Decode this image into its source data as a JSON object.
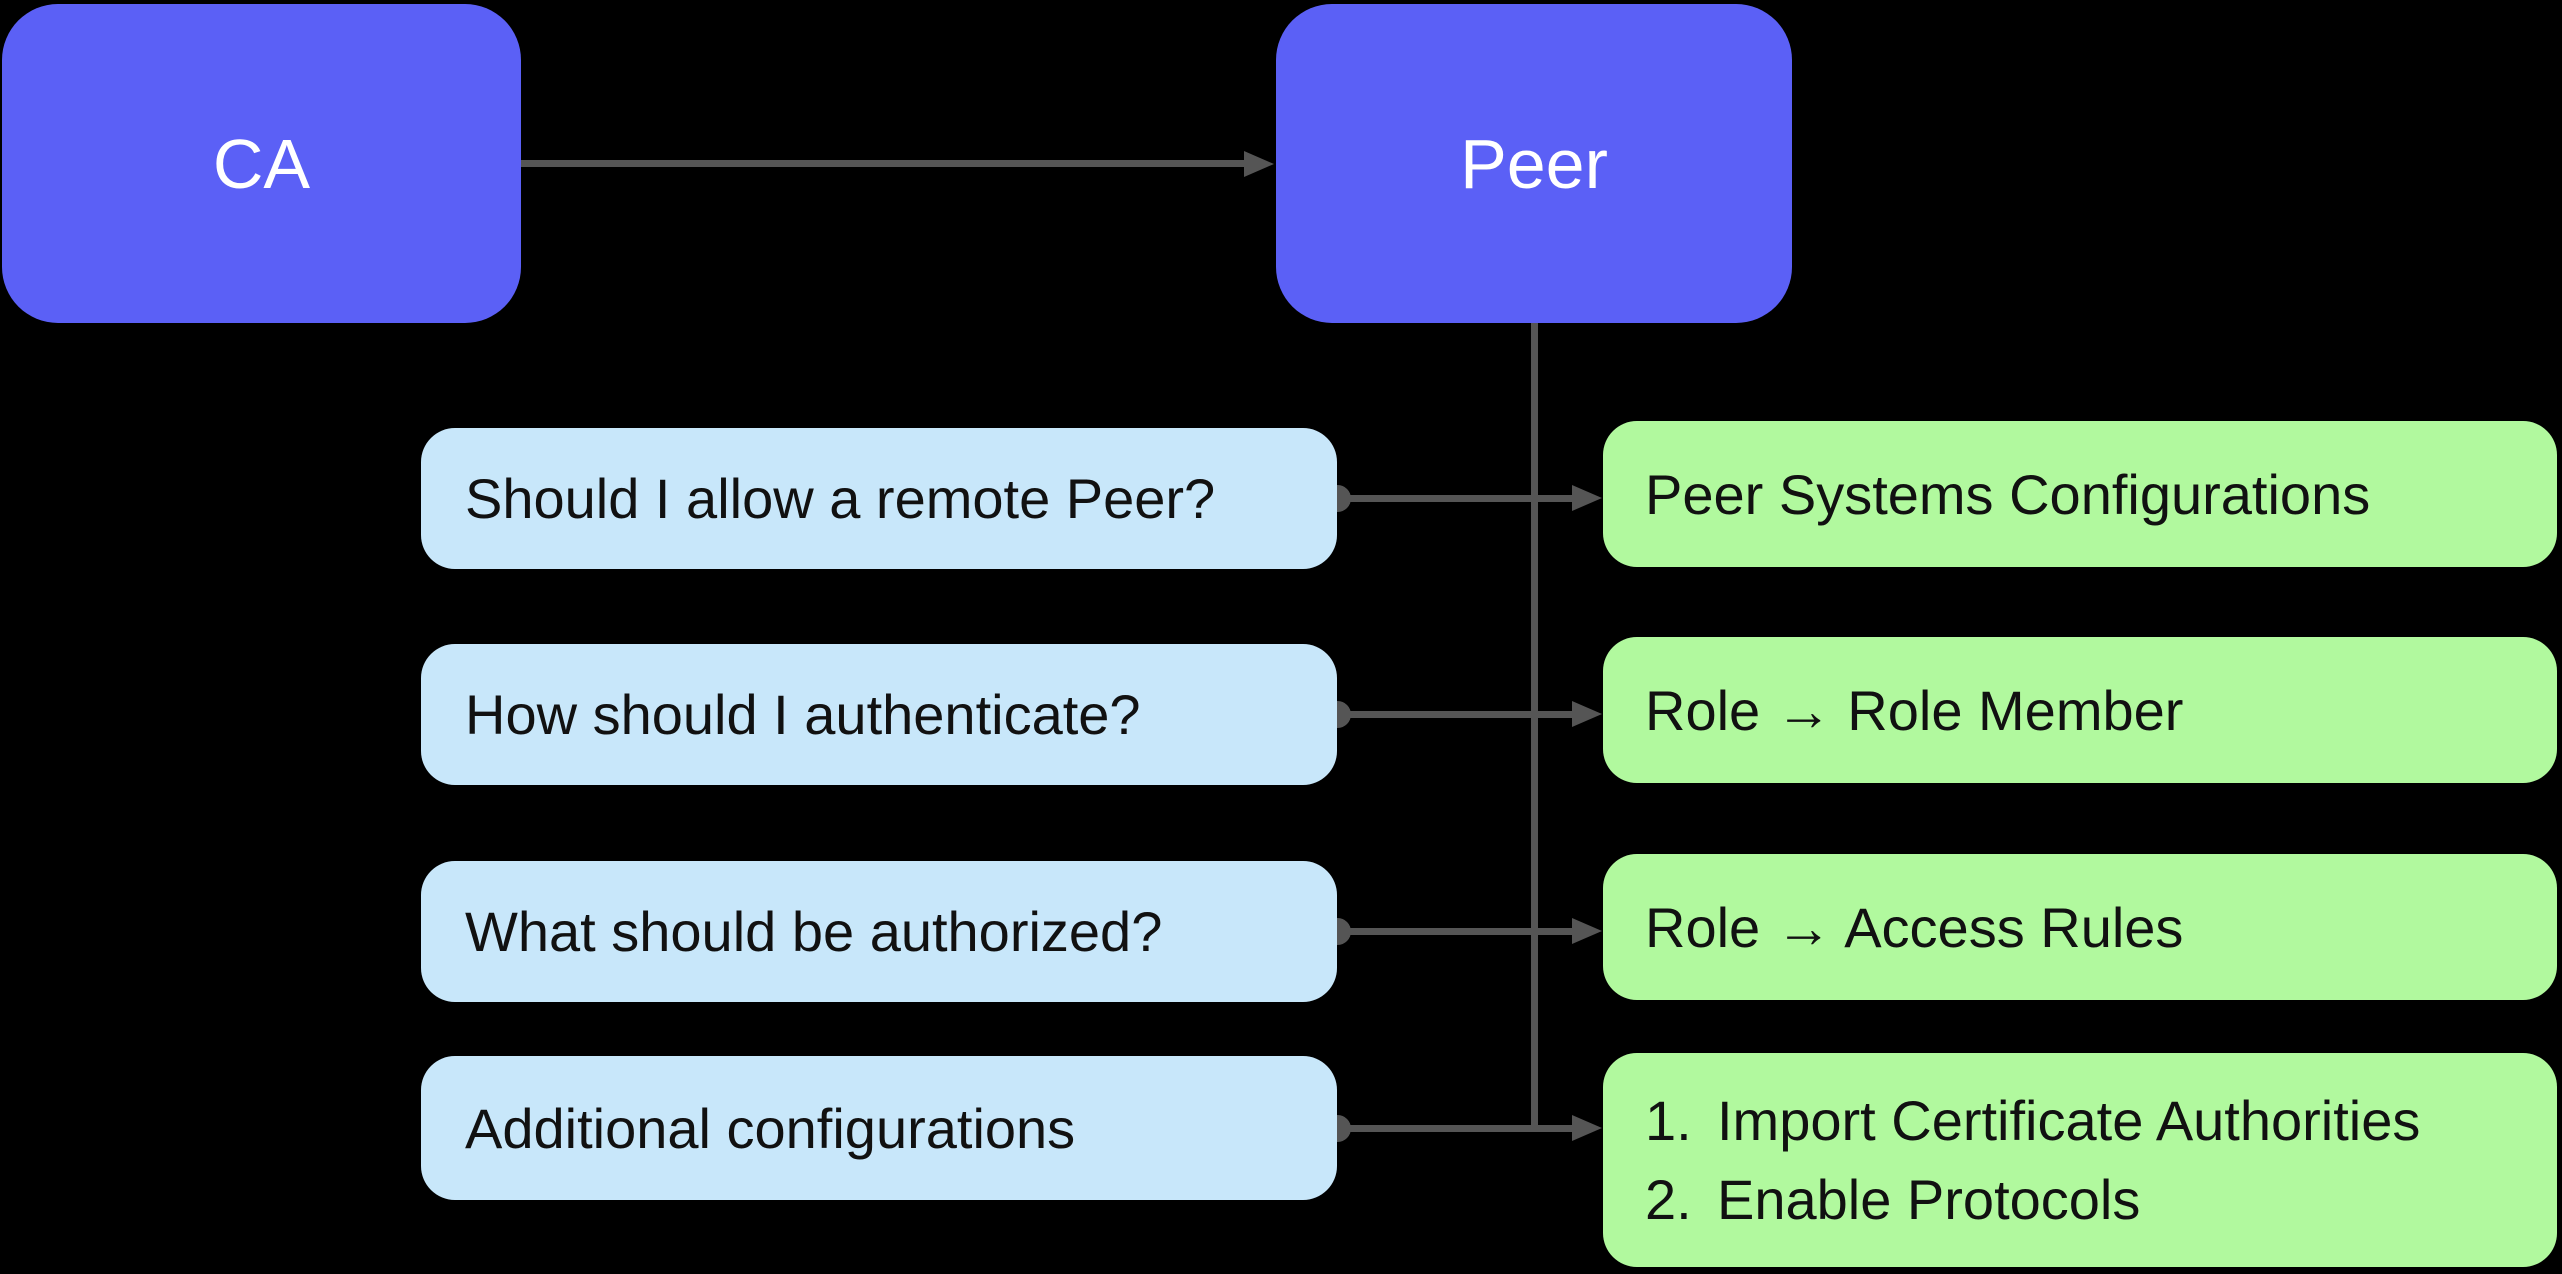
{
  "nodes": {
    "ca": {
      "label": "CA"
    },
    "peer": {
      "label": "Peer"
    }
  },
  "rows": [
    {
      "question": "Should I allow a remote Peer?",
      "answer": "Peer Systems Configurations"
    },
    {
      "question": "How should I authenticate?",
      "answer": "Role → Role Member"
    },
    {
      "question": "What should be authorized?",
      "answer": "Role → Access Rules"
    },
    {
      "question": "Additional configurations",
      "answer_list": [
        {
          "num": "1.",
          "text": "Import Certificate Authorities"
        },
        {
          "num": "2.",
          "text": "Enable Protocols"
        }
      ]
    }
  ],
  "colors": {
    "background": "#000000",
    "node_fill": "#5b60f6",
    "node_text": "#ffffff",
    "question_fill": "#c8e7fa",
    "answer_fill": "#b1f99e",
    "box_text": "#111111",
    "connector": "#555555"
  }
}
